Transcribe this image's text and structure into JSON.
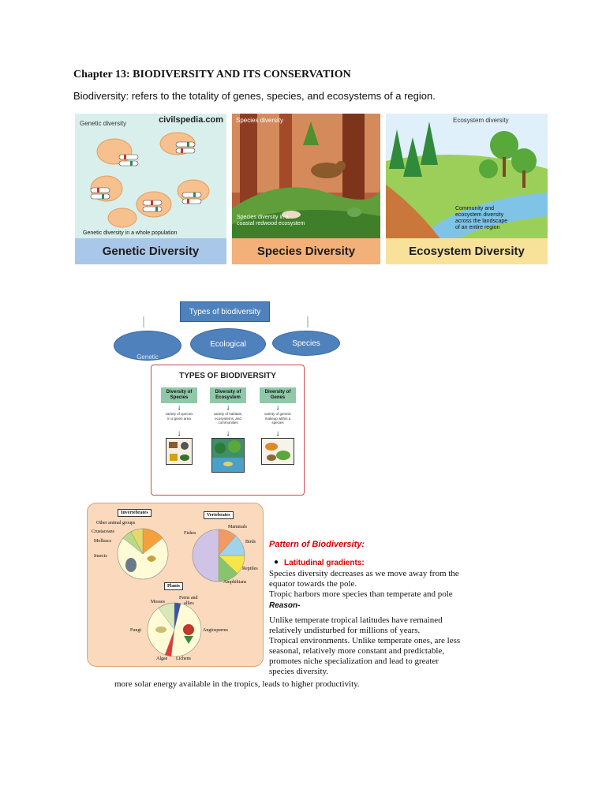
{
  "document": {
    "title": "Chapter 13: BIODIVERSITY AND ITS CONSERVATION",
    "intro": "Biodiversity: refers to the totality of genes, species, and ecosystems of a region."
  },
  "panels": [
    {
      "caption": "Genetic Diversity",
      "top_label": "Genetic diversity",
      "brand": "civilspedia.com",
      "note": "Genetic diversity in a whole population",
      "caption_bg": "#a9c7e8"
    },
    {
      "caption": "Species Diversity",
      "top_label": "Species diversity",
      "note_line1": "Species diversity in a",
      "note_line2": "coastal redwood ecosystem",
      "caption_bg": "#f3b078"
    },
    {
      "caption": "Ecosystem Diversity",
      "top_label": "Ecosystem diversity",
      "note_line1": "Community and",
      "note_line2": "ecosystem diversity",
      "note_line3": "across the landscape",
      "note_line4": "of an entire region",
      "caption_bg": "#f8e29a"
    }
  ],
  "flowchart": {
    "root": "Types of biodiversity",
    "nodes": [
      "Genetic",
      "Ecological",
      "Species"
    ]
  },
  "types_card": {
    "title": "TYPES OF BIODIVERSITY",
    "columns": [
      {
        "head1": "Diversity of",
        "head2": "Species",
        "desc1": "variety of species",
        "desc2": "in a given area"
      },
      {
        "head1": "Diversity of",
        "head2": "Ecosystem",
        "desc1": "variety of habitats,",
        "desc2": "ecosystems, and",
        "desc3": "communities"
      },
      {
        "head1": "Diversity of",
        "head2": "Genes",
        "desc1": "variety of genetic",
        "desc2": "makeup within a",
        "desc3": "species"
      }
    ],
    "arrow": "↓"
  },
  "pies": {
    "invertebrates": {
      "heading": "Invertebrates",
      "labels": [
        "Other animal groups",
        "Crustaceans",
        "Molluscs",
        "Insects"
      ]
    },
    "vertebrates": {
      "heading": "Vertebrates",
      "labels": [
        "Mammals",
        "Fishes",
        "Birds",
        "Reptiles",
        "Amphibians"
      ]
    },
    "plants": {
      "heading": "Plants",
      "labels": [
        "Ferns and",
        "allies",
        "Mosses",
        "Fungi",
        "Angiosperms",
        "Algae",
        "Lichens"
      ]
    }
  },
  "pattern": {
    "title": "Pattern of Biodiversity:",
    "bullet_mark": "●",
    "bullet": "Latitudinal gradients:",
    "lines": [
      "Species diversity decreases as we move away from the",
      "equator towards the pole.",
      "Tropic harbors more species than temperate and pole"
    ],
    "reason": "Reason-",
    "reason_lines": [
      "Unlike temperate  tropical latitudes have remained",
      "relatively undisturbed for millions of years.",
      "Tropical environments. Unlike temperate ones, are less",
      "seasonal, relatively more constant and predictable,",
      "promotes niche specialization and lead to greater",
      "species diversity."
    ],
    "last_line": "more solar energy available in the tropics, leads to higher productivity."
  }
}
